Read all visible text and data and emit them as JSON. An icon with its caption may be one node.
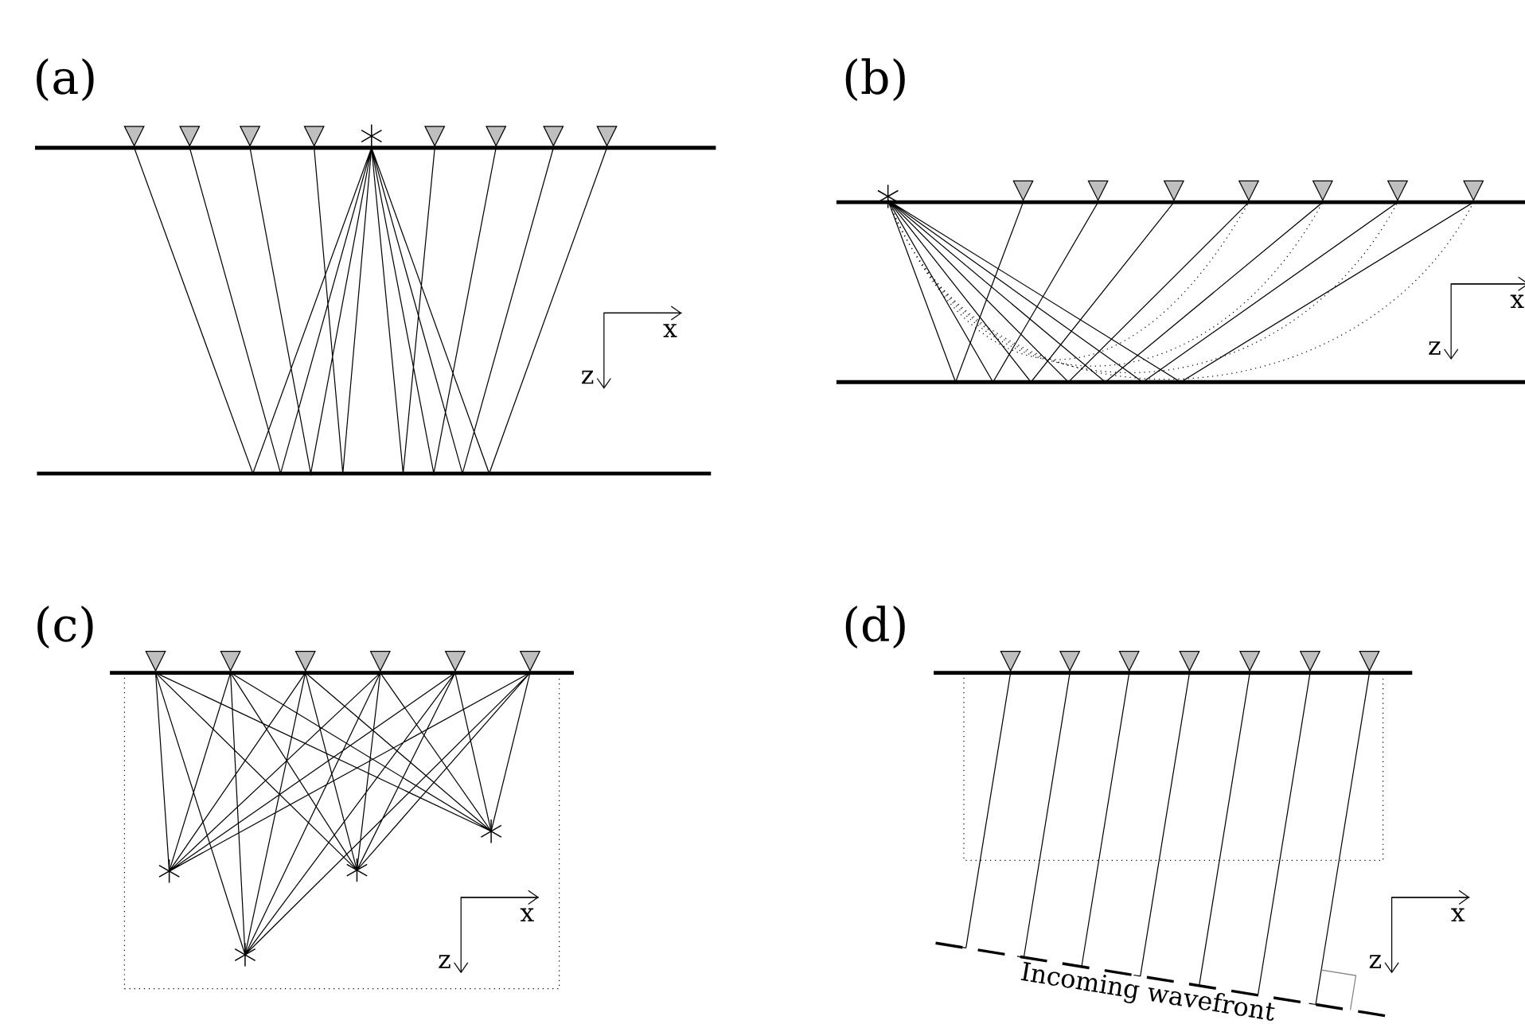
{
  "diagram": {
    "labels": [
      "(a)",
      "x",
      "z",
      "(b)",
      "x",
      "z",
      "(c)",
      "x",
      "z",
      "(d)",
      "x",
      "z",
      "Incoming wavefront"
    ]
  }
}
